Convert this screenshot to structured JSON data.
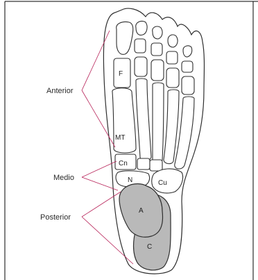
{
  "regions": {
    "anterior": "Anterior",
    "medio": "Medio",
    "posterior": "Posterior"
  },
  "bones": {
    "falange": "F",
    "metatarso": "MT",
    "cuneiforme": "Cn",
    "navicular": "N",
    "cuboide": "Cu",
    "astragalo": "A",
    "calcaneo": "C"
  },
  "colors": {
    "leader": "#b8245a",
    "shaded_bone": "#b9b9b9",
    "outline": "#2e2e2e"
  }
}
